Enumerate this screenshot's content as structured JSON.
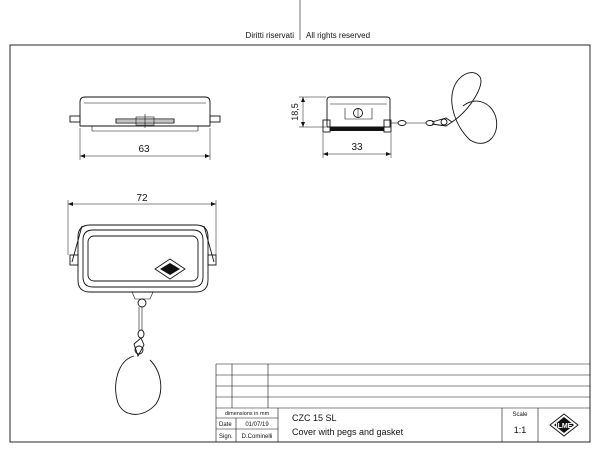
{
  "header": {
    "rights_it": "Diritti riservati",
    "rights_en": "All rights reserved"
  },
  "drawing": {
    "dim_top_width": "63",
    "dim_side_height": "18,5",
    "dim_side_width": "33",
    "dim_front_width": "72"
  },
  "title_block": {
    "dimensions_note": "dimensions in mm",
    "date_label": "Date",
    "date_value": "01/07/19",
    "sign_label": "Sign.",
    "sign_value": "D.Cominelli",
    "part_code": "CZC 15 SL",
    "description": "Cover with pegs and gasket",
    "scale_label": "Scale",
    "scale_value": "1:1",
    "logo_text": "ILME"
  }
}
